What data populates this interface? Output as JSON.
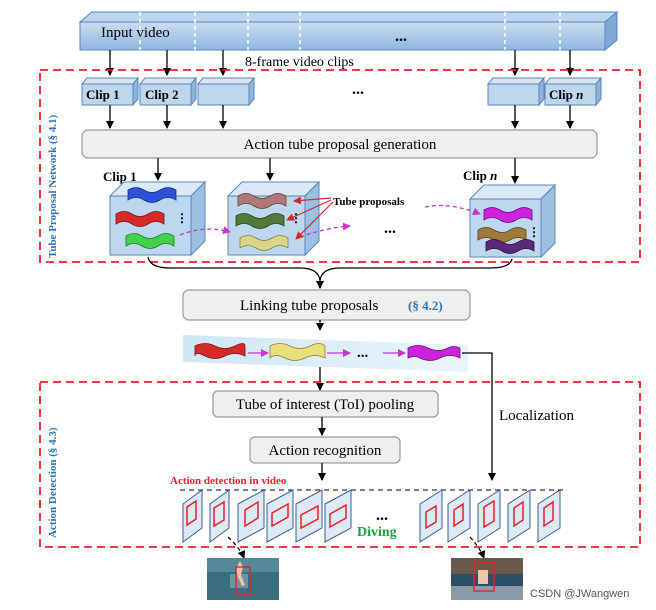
{
  "input_label": "Input video",
  "input_ellipsis": "...",
  "clips_caption": "8-frame video clips",
  "tpn_label": "Tube Proposal Network (§ 4.1)",
  "clip_labels": {
    "clip1": "Clip 1",
    "clip2": "Clip 2",
    "clipn": "Clip ",
    "clipn_var": "n"
  },
  "clip_row_ellipsis": "...",
  "generation_label": "Action tube proposal generation",
  "cube_labels": {
    "cube1": "Clip 1",
    "cuben": "Clip ",
    "cuben_var": "n"
  },
  "tube_proposals_label": "Tube proposals",
  "cube_ellipsis": "...",
  "cube_dots": "⋮",
  "linking_label": "Linking tube proposals",
  "linking_ref": "(§ 4.2)",
  "linked_ellipsis": "...",
  "ad_label": "Action Detection (§ 4.3)",
  "toi_label": "Tube of interest (ToI) pooling",
  "recognition_label": "Action recognition",
  "localization_label": "Localization",
  "detection_caption": "Action detection in video",
  "frames_ellipsis": "...",
  "class_label": "Diving",
  "watermark": "CSDN @JWangwen",
  "colors": {
    "red_dash": "#e8202a",
    "blue_text": "#2e74b5",
    "green_text": "#19a33a",
    "input_bar": "#9dc3e6",
    "box_gray": "#efefef",
    "cube_face": "#bdd7ee",
    "magenta": "#cc33cc",
    "tube_red": "#d42a2a",
    "tube_yellow": "#e8e07a",
    "tube_purple": "#cc22dd"
  }
}
